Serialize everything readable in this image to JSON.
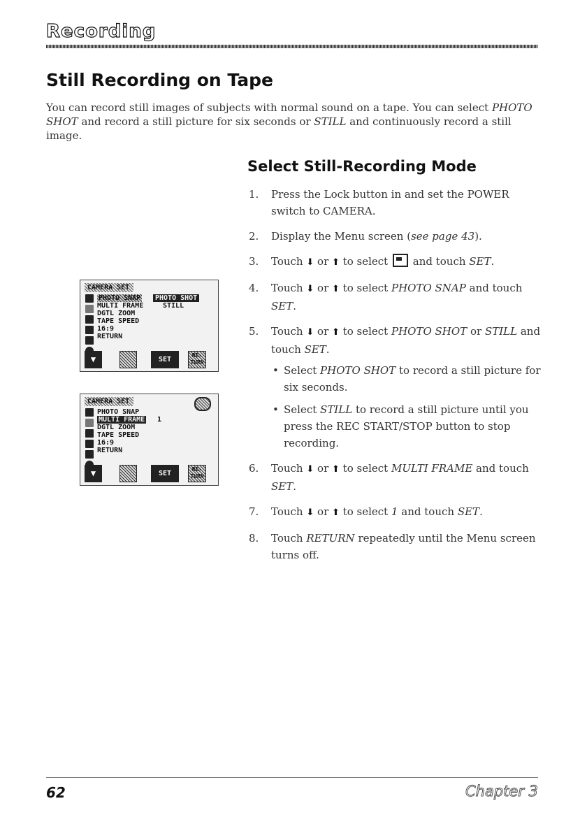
{
  "header": {
    "section": "Recording"
  },
  "title": "Still Recording on Tape",
  "intro": {
    "p1": "You can record still images of subjects with normal sound on a tape. You can select",
    "i1": "PHOTO SHOT",
    "p2": " and record a still picture for six seconds or ",
    "i2": "STILL",
    "p3": " and continuously record a still image."
  },
  "subsection_title": "Select Still-Recording Mode",
  "steps": [
    {
      "num": "1.",
      "parts": [
        "Press the Lock button in and set the POWER switch to CAMERA."
      ]
    },
    {
      "num": "2.",
      "parts": [
        "Display the Menu screen (",
        "see page 43",
        ")."
      ]
    },
    {
      "num": "3.",
      "parts": [
        "Touch ",
        "⬇",
        " or ",
        "⬆",
        " to select ",
        "",
        " and touch ",
        "SET",
        "."
      ]
    },
    {
      "num": "4.",
      "parts": [
        "Touch ",
        "⬇",
        " or ",
        "⬆",
        " to select ",
        "PHOTO SNAP",
        " and touch ",
        "SET",
        "."
      ]
    },
    {
      "num": "5.",
      "parts": [
        "Touch ",
        "⬇",
        " or ",
        "⬆",
        " to select ",
        "PHOTO SHOT",
        " or ",
        "STILL",
        " and touch ",
        "SET",
        "."
      ]
    },
    {
      "num": "6.",
      "parts": [
        "Touch ",
        "⬇",
        " or ",
        "⬆",
        " to select ",
        "MULTI FRAME",
        " and touch ",
        "SET",
        "."
      ]
    },
    {
      "num": "7.",
      "parts": [
        "Touch ",
        "⬇",
        " or ",
        "⬆",
        " to select ",
        "1",
        " and touch ",
        "SET",
        "."
      ]
    },
    {
      "num": "8.",
      "parts": [
        "Touch ",
        "RETURN",
        " repeatedly until the Menu screen turns off."
      ]
    }
  ],
  "step5_bullets": [
    {
      "dot": "•",
      "parts": [
        "Select ",
        "PHOTO SHOT",
        " to record a still picture for six seconds."
      ]
    },
    {
      "dot": "•",
      "parts": [
        "Select ",
        "STILL",
        " to record a still picture until you press the REC START/STOP button to stop recording."
      ]
    }
  ],
  "screen1": {
    "title": "CAMERA SET",
    "rows": [
      {
        "label": "PHOTO SNAP",
        "value": "PHOTO SHOT"
      },
      {
        "label": "MULTI FRAME",
        "value": "STILL"
      },
      {
        "label": "DGTL ZOOM"
      },
      {
        "label": "TAPE SPEED"
      },
      {
        "label": "16:9"
      },
      {
        "label": "RETURN"
      }
    ],
    "set_label": "SET",
    "return_label": "RE-TURN"
  },
  "screen2": {
    "title": "CAMERA SET",
    "rows": [
      {
        "label": "PHOTO SNAP"
      },
      {
        "label": "MULTI FRAME",
        "value": "1"
      },
      {
        "label": "DGTL ZOOM"
      },
      {
        "label": "TAPE SPEED"
      },
      {
        "label": "16:9"
      },
      {
        "label": "RETURN"
      }
    ],
    "set_label": "SET",
    "return_label": "RE-TURN"
  },
  "footer": {
    "page": "62",
    "chapter": "Chapter 3"
  }
}
